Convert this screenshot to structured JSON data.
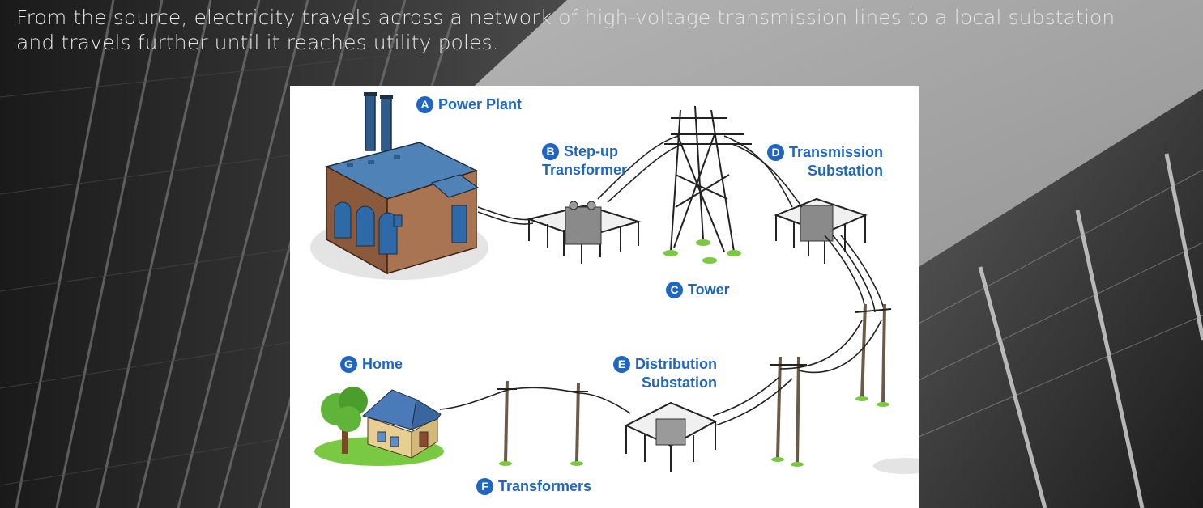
{
  "caption": {
    "line1": "From the source, electricity travels across a network of high-voltage transmission lines to a local substation",
    "line2": "and travels further until it reaches utility poles."
  },
  "diagram": {
    "labels": [
      {
        "letter": "A",
        "line1": "Power Plant",
        "line2": ""
      },
      {
        "letter": "B",
        "line1": "Step-up",
        "line2": "Transformer"
      },
      {
        "letter": "C",
        "line1": "Tower",
        "line2": ""
      },
      {
        "letter": "D",
        "line1": "Transmission",
        "line2": "Substation"
      },
      {
        "letter": "E",
        "line1": "Distribution",
        "line2": "Substation"
      },
      {
        "letter": "F",
        "line1": "Transformers",
        "line2": ""
      },
      {
        "letter": "G",
        "line1": "Home",
        "line2": ""
      }
    ]
  },
  "colors": {
    "label_blue": "#1f66c2",
    "caption_text": "#e6e6e6",
    "grass_green": "#7ac943"
  },
  "icons": [
    "factory-icon",
    "transformer-icon",
    "tower-icon",
    "substation-icon",
    "utility-pole-icon",
    "house-icon",
    "tree-icon"
  ]
}
